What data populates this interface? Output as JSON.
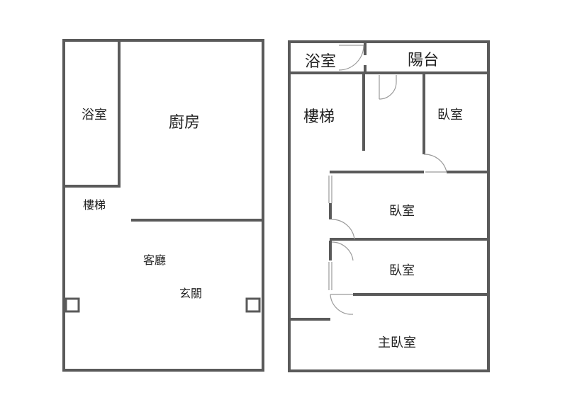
{
  "floor_plan_left": {
    "rooms": {
      "bathroom": "浴室",
      "kitchen": "廚房",
      "stairs": "樓梯",
      "living_room": "客廳",
      "entrance": "玄關"
    }
  },
  "floor_plan_right": {
    "rooms": {
      "bathroom": "浴室",
      "balcony": "陽台",
      "stairs": "樓梯",
      "bedroom_small": "臥室",
      "bedroom_middle": "臥室",
      "bedroom_lower": "臥室",
      "master_bedroom": "主臥室"
    }
  },
  "colors": {
    "wall": "#5a5a5a",
    "door": "#9a9a9a",
    "text": "#222222"
  }
}
